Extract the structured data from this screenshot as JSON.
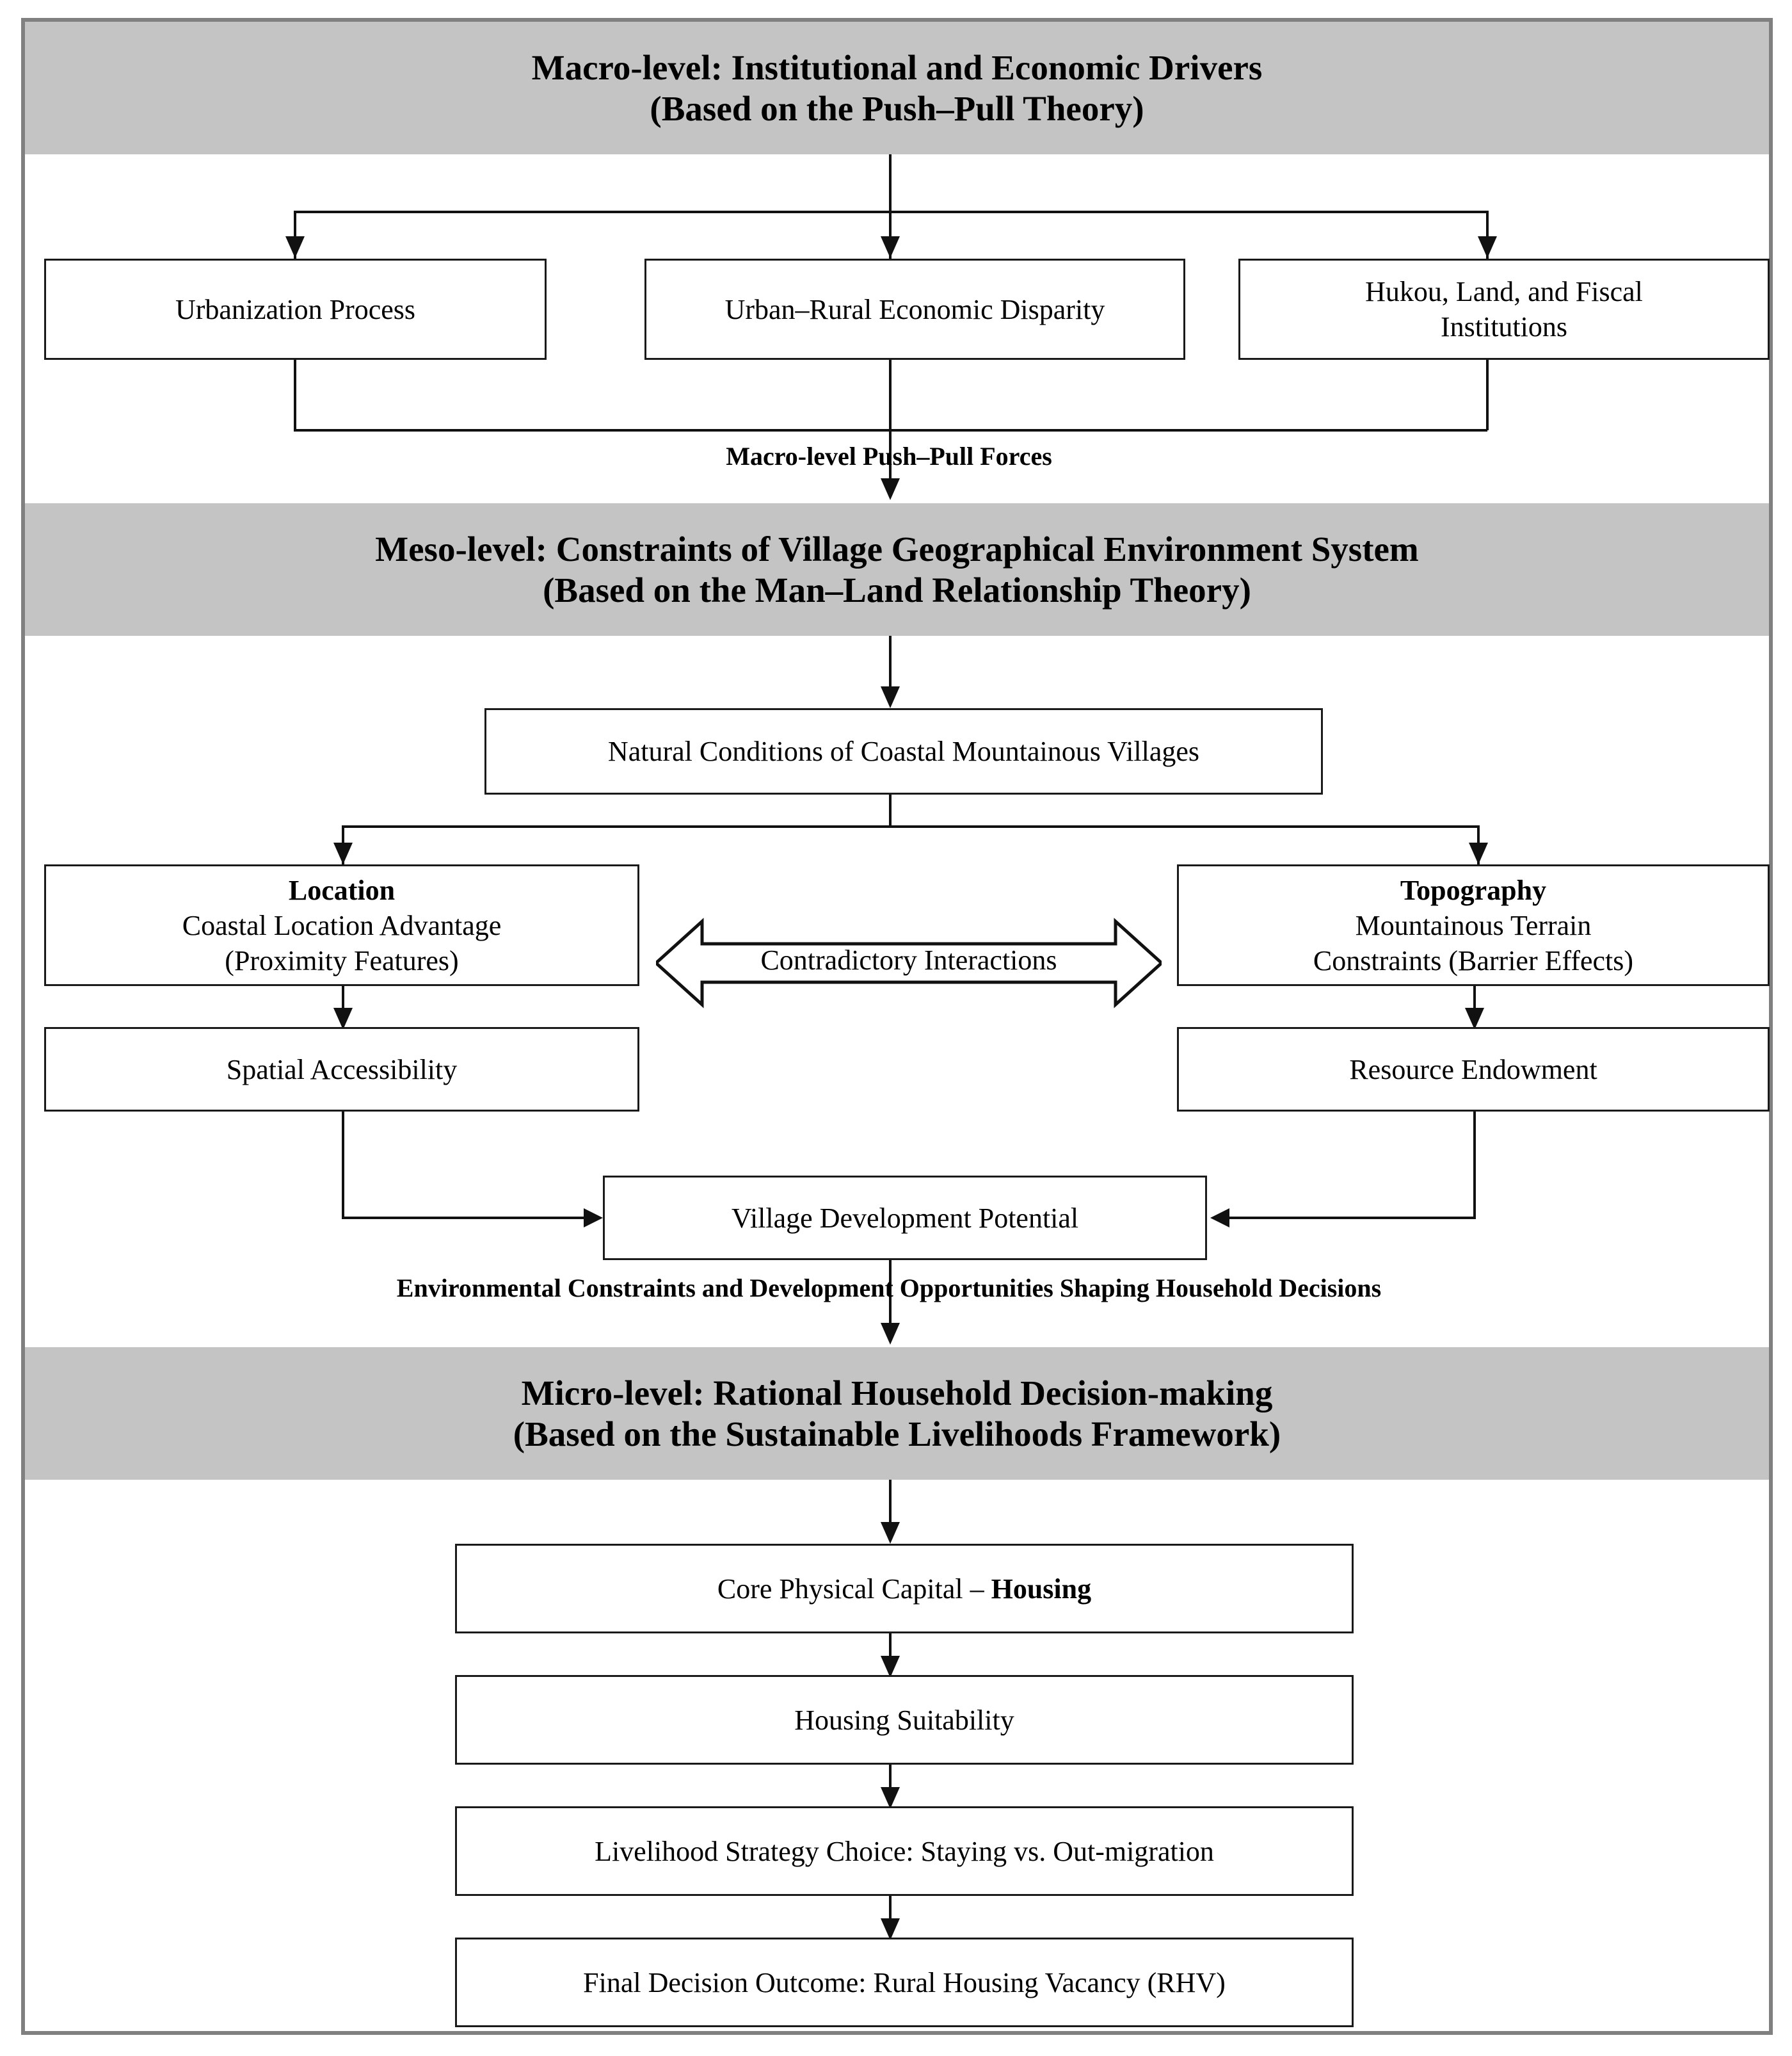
{
  "figure": {
    "type": "flowchart",
    "title": "Multi-level analytical framework of rural housing vacancy"
  },
  "levels": {
    "macro": {
      "heading_line1": "Macro-level: Institutional and Economic Drivers",
      "heading_line2": "(Based on the Push–Pull Theory)",
      "boxes": [
        {
          "label": "Urbanization Process"
        },
        {
          "label": "Urban–Rural Economic Disparity"
        },
        {
          "label_line1": "Hukou, Land, and Fiscal",
          "label_line2": "Institutions"
        }
      ],
      "edge_label": "Macro-level Push–Pull Forces"
    },
    "meso": {
      "heading_line1": "Meso-level: Constraints of Village Geographical Environment System",
      "heading_line2": "(Based on the Man–Land Relationship Theory)",
      "natural_conditions": "Natural Conditions of Coastal Mountainous Villages",
      "location": {
        "title": "Location",
        "sub_line1": "Coastal Location Advantage",
        "sub_line2": "(Proximity Features)"
      },
      "topography": {
        "title": "Topography",
        "sub_line1": "Mountainous Terrain",
        "sub_line2": "Constraints (Barrier Effects)"
      },
      "interaction_label": "Contradictory Interactions",
      "spatial_accessibility": "Spatial Accessibility",
      "resource_endowment": "Resource Endowment",
      "village_development_potential": "Village Development Potential",
      "edge_label": "Environmental Constraints and Development Opportunities Shaping Household Decisions"
    },
    "micro": {
      "heading_line1": "Micro-level: Rational Household Decision-making",
      "heading_line2": "(Based on the Sustainable Livelihoods Framework)",
      "boxes": [
        {
          "label_plain": "Core Physical Capital – ",
          "label_bold": "Housing"
        },
        {
          "label": "Housing Suitability"
        },
        {
          "label": "Livelihood Strategy Choice: Staying vs. Out-migration"
        },
        {
          "label": "Final Decision Outcome: Rural Housing Vacancy (RHV)"
        }
      ]
    }
  },
  "colors": {
    "band_background": "#c4c4c4",
    "frame_border": "#808080",
    "box_border": "#1a1a1a",
    "connector": "#111111",
    "page_background": "#ffffff"
  }
}
